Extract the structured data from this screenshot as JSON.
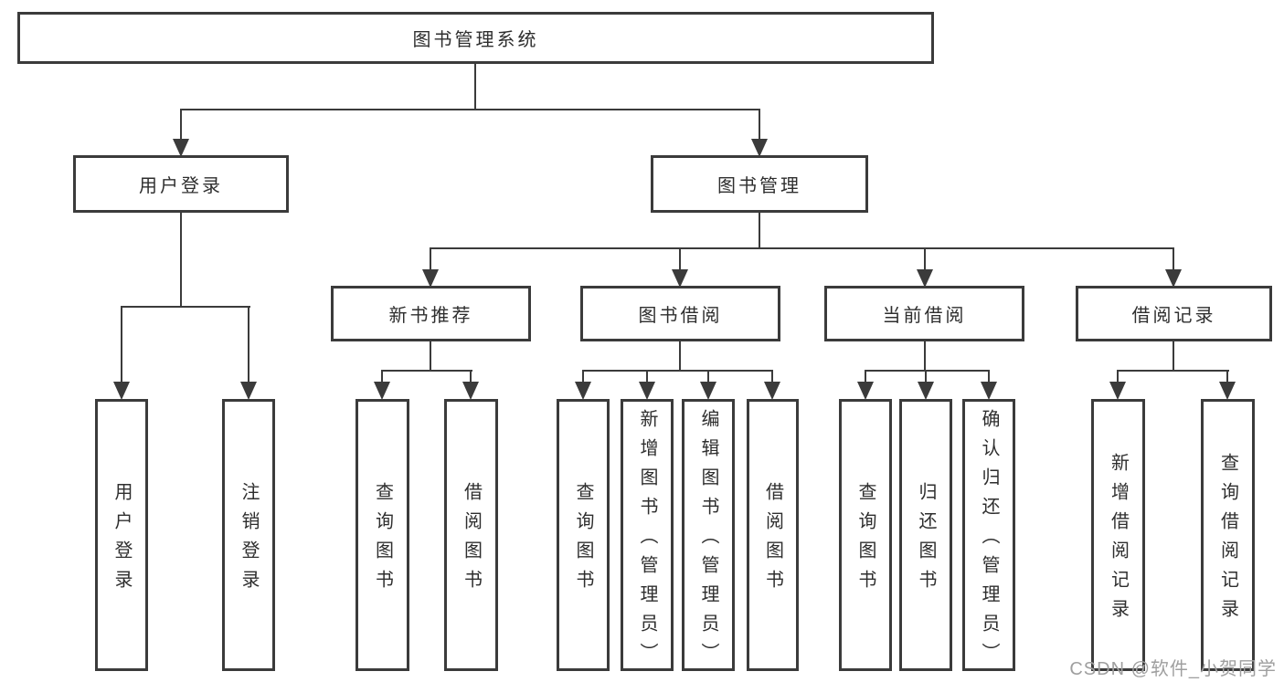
{
  "diagram_title": "图书管理系统",
  "tree": {
    "label": "图书管理系统",
    "children": [
      {
        "label": "用户登录",
        "children": [
          {
            "label": "用户登录"
          },
          {
            "label": "注销登录"
          }
        ]
      },
      {
        "label": "图书管理",
        "children": [
          {
            "label": "新书推荐",
            "children": [
              {
                "label": "查询图书"
              },
              {
                "label": "借阅图书"
              }
            ]
          },
          {
            "label": "图书借阅",
            "children": [
              {
                "label": "查询图书"
              },
              {
                "label": "新增图书（管理员）"
              },
              {
                "label": "编辑图书（管理员）"
              },
              {
                "label": "借阅图书"
              }
            ]
          },
          {
            "label": "当前借阅",
            "children": [
              {
                "label": "查询图书"
              },
              {
                "label": "归还图书"
              },
              {
                "label": "确认归还（管理员）"
              }
            ]
          },
          {
            "label": "借阅记录",
            "children": [
              {
                "label": "新增借阅记录"
              },
              {
                "label": "查询借阅记录"
              }
            ]
          }
        ]
      }
    ]
  },
  "watermark": {
    "text": "CSDN @软件_小贺同学"
  },
  "colors": {
    "line": "#3b3b3b",
    "text": "#2e2e2e",
    "background": "#ffffff",
    "watermark": "#9f9f9f"
  }
}
